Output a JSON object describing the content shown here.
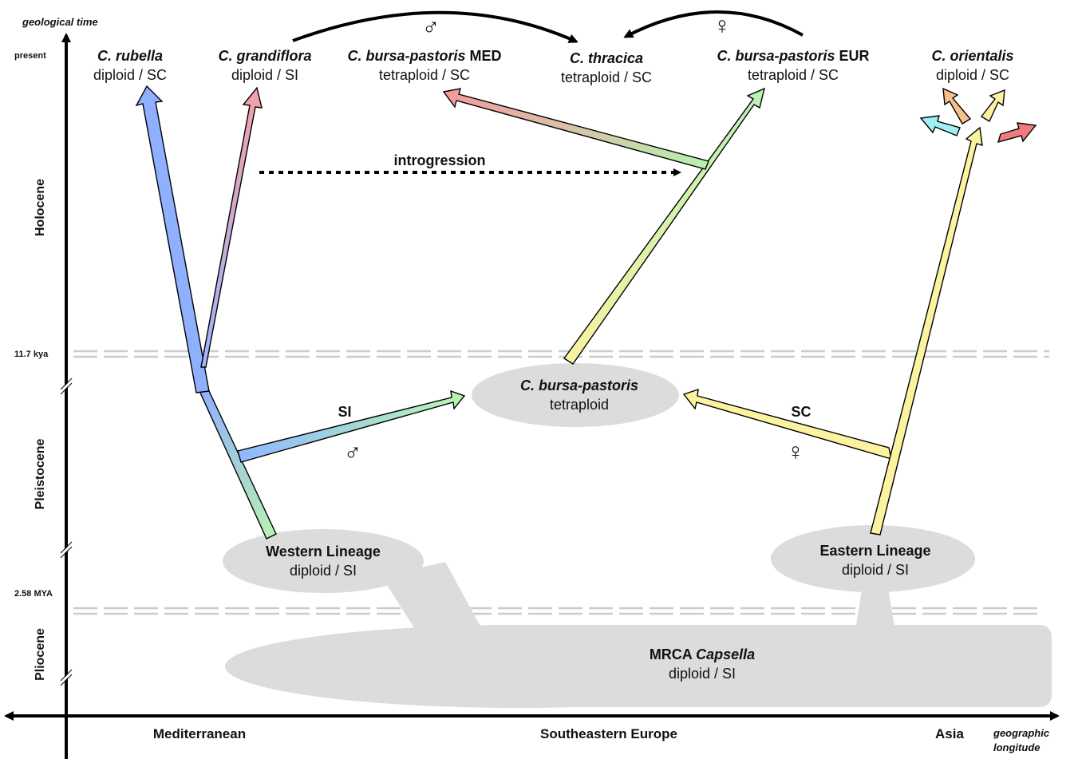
{
  "axes": {
    "y_title": "geological time",
    "x_title_line1": "geographic",
    "x_title_line2": "longitude",
    "ticks": {
      "present": "present",
      "holocene_boundary": "11.7 kya",
      "pliocene_boundary": "2.58 MYA"
    },
    "epochs": {
      "holocene": "Holocene",
      "pleistocene": "Pleistocene",
      "pliocene": "Pliocene"
    },
    "regions": {
      "mediterranean": "Mediterranean",
      "southeastern_europe": "Southeastern Europe",
      "asia": "Asia"
    }
  },
  "taxa": {
    "rubella": {
      "name": "C. rubella",
      "status": "diploid / SC"
    },
    "grandiflora": {
      "name": "C. grandiflora",
      "status": "diploid / SI"
    },
    "bp_med": {
      "name": "C. bursa-pastoris",
      "suffix": " MED",
      "status": "tetraploid / SC"
    },
    "thracica": {
      "name": "C. thracica",
      "status": "tetraploid / SC"
    },
    "bp_eur": {
      "name": "C. bursa-pastoris",
      "suffix": " EUR",
      "status": "tetraploid / SC"
    },
    "orientalis": {
      "name": "C. orientalis",
      "status": "diploid / SC"
    }
  },
  "nodes": {
    "bp": {
      "name": "C. bursa-pastoris",
      "status": "tetraploid"
    },
    "western": {
      "name": "Western Lineage",
      "status": "diploid / SI"
    },
    "eastern": {
      "name": "Eastern Lineage",
      "status": "diploid / SI"
    },
    "mrca": {
      "prefix": "MRCA ",
      "name": "Capsella",
      "status": "diploid / SI"
    }
  },
  "labels": {
    "introgression": "introgression",
    "si": "SI",
    "sc": "SC",
    "male": "♂",
    "female": "♀"
  },
  "colors": {
    "blue": "#8fb0ff",
    "pink": "#f2a0a8",
    "green": "#b8f0b0",
    "yellow": "#fbf3a0",
    "orange": "#f8c08a",
    "cyan": "#9ff0f5",
    "red": "#f07a80",
    "node_fill": "#dddddd",
    "dash": "#d0d0d0"
  }
}
